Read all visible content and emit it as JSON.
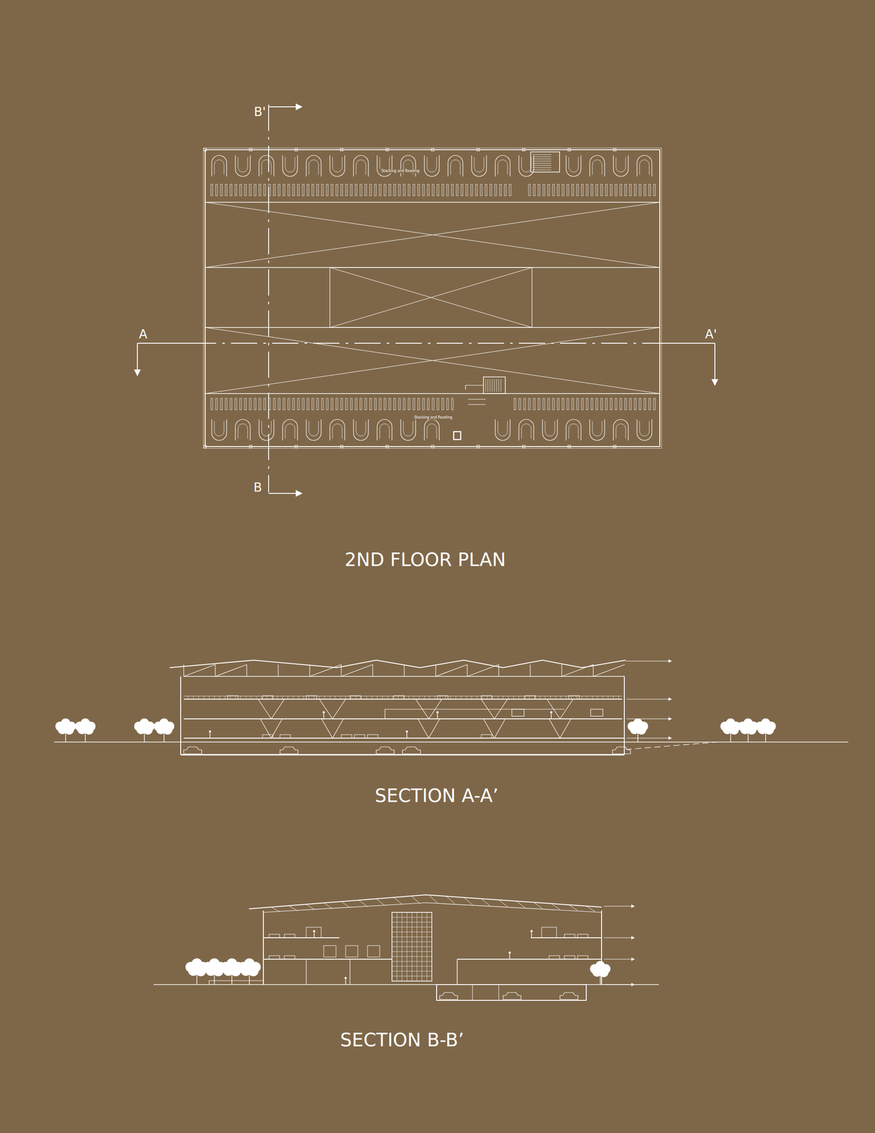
{
  "diagram": {
    "labels": [
      "B'",
      "A",
      "A'",
      "B",
      "Stacking and Reading",
      "Stacking and Reading",
      "2ND FLOOR PLAN",
      "SECTION A-A’",
      "SECTION B-B’"
    ]
  }
}
